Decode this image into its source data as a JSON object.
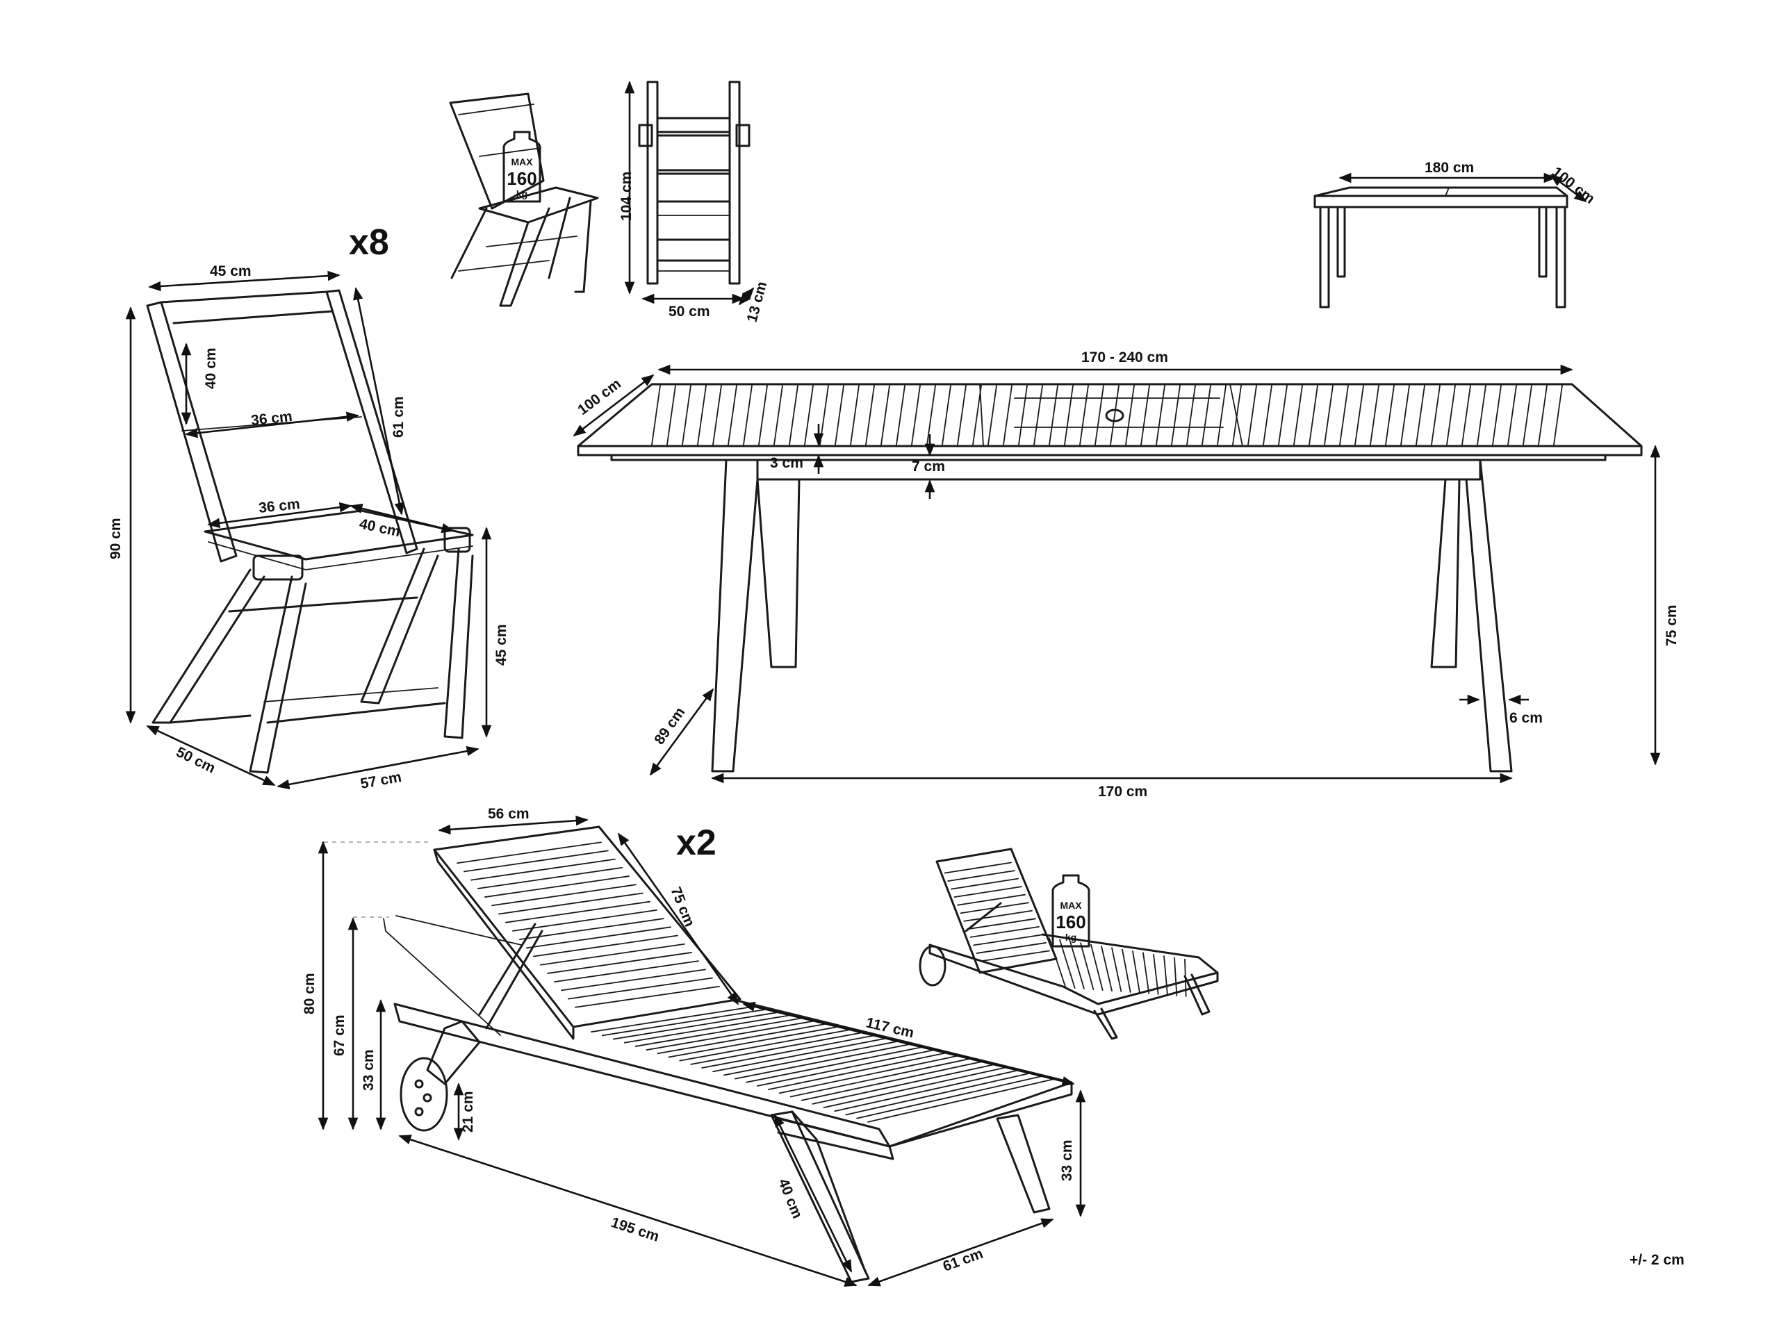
{
  "multipliers": {
    "chairs": "x8",
    "loungers": "x2"
  },
  "weight_badge": {
    "max": "MAX",
    "value": "160",
    "unit": "kg"
  },
  "tolerance": "+/- 2 cm",
  "chair": {
    "top_width": "45 cm",
    "back_height": "40 cm",
    "back_inner_width": "36 cm",
    "back_side": "61 cm",
    "seat_width": "36 cm",
    "seat_depth": "40 cm",
    "total_height": "90 cm",
    "seat_height": "45 cm",
    "base_depth": "50 cm",
    "base_width": "57 cm",
    "folded_height": "104 cm",
    "folded_width": "50 cm",
    "folded_depth": "13 cm"
  },
  "small_table": {
    "length": "180 cm",
    "width": "100 cm"
  },
  "table": {
    "length": "170 - 240 cm",
    "width": "100 cm",
    "top_thickness": "3 cm",
    "apron": "7 cm",
    "height": "75 cm",
    "leg_span": "89 cm",
    "leg_thickness": "6 cm",
    "base_length": "170 cm"
  },
  "lounger": {
    "back_width": "56 cm",
    "back_length": "75 cm",
    "seat_length": "117 cm",
    "height_raised": "80 cm",
    "height_mid": "67 cm",
    "seat_height": "33 cm",
    "wheel_height": "21 cm",
    "total_length": "195 cm",
    "leg_height": "40 cm",
    "front_height": "33 cm",
    "width": "61 cm"
  }
}
